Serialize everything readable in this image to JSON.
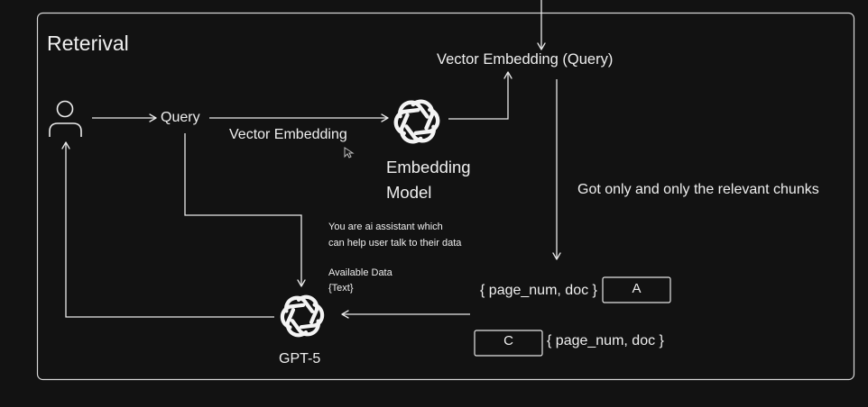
{
  "frame": {
    "title": "Reterival"
  },
  "nodes": {
    "query": "Query",
    "vector_embedding": "Vector Embedding",
    "vector_embedding_query": "Vector Embedding (Query)",
    "embedding_model": "Embedding Model",
    "relevant_chunks": "Got only and only the relevant chunks",
    "gpt": "GPT-5"
  },
  "system_prompt": {
    "line1": "You are ai assistant which",
    "line2": "can help user talk to their data",
    "line3": "Available Data",
    "line4": "{Text}"
  },
  "chunks": [
    {
      "label": "{ page_num, doc }",
      "box": "A"
    },
    {
      "label": "{ page_num, doc }",
      "box": "C"
    }
  ],
  "icons": [
    "user-icon",
    "openai-icon",
    "openai-icon",
    "cursor-icon"
  ],
  "colors": {
    "background": "#121212",
    "stroke": "#e9e9e9",
    "text": "#efefef"
  }
}
